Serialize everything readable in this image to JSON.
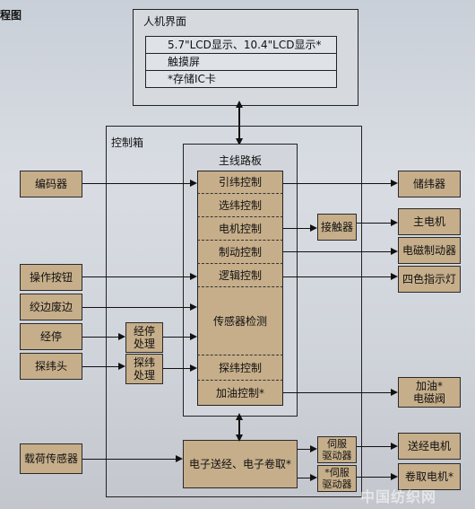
{
  "header": {
    "title": "程图"
  },
  "hmi": {
    "title": "人机界面",
    "rows": [
      "5.7\"LCD显示、10.4\"LCD显示*",
      "触摸屏",
      "*存储IC卡"
    ]
  },
  "control_box": {
    "title": "控制箱"
  },
  "main_board": {
    "title": "主线路板",
    "rows": [
      "引纬控制",
      "选纬控制",
      "电机控制",
      "制动控制",
      "逻辑控制",
      "传感器检测",
      "探纬控制",
      "加油控制*"
    ]
  },
  "left_inputs": [
    "编码器",
    "操作按钮",
    "绞边废边",
    "经停",
    "探纬头",
    "载荷传感器"
  ],
  "mid_processors": [
    "经停\n处理",
    "探纬\n处理"
  ],
  "contactor": "接触器",
  "electronic_let_off": "电子送经、电子卷取*",
  "servo_drivers": [
    "伺服\n驱动器",
    "*伺服\n驱动器"
  ],
  "right_outputs": [
    "储纬器",
    "主电机",
    "电磁制动器",
    "四色指示灯",
    "加油*\n电磁阀",
    "送经电机",
    "卷取电机*"
  ],
  "watermark": "中国纺织网",
  "colors": {
    "box_fill": "#c6ae8a",
    "panel_fill": "#d6dadf",
    "hmi_fill": "#dfe3e8"
  }
}
